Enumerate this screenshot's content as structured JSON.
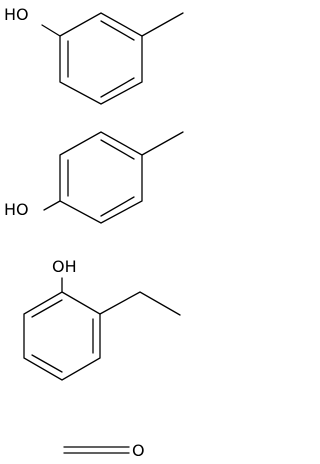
{
  "molecules": [
    {
      "name": "m-cresol",
      "labels": {
        "hydroxyl": "HO"
      }
    },
    {
      "name": "p-cresol",
      "labels": {
        "hydroxyl": "HO"
      }
    },
    {
      "name": "2-ethylphenol",
      "labels": {
        "hydroxyl": "OH"
      }
    },
    {
      "name": "formaldehyde",
      "labels": {
        "oxygen": "O"
      }
    }
  ]
}
